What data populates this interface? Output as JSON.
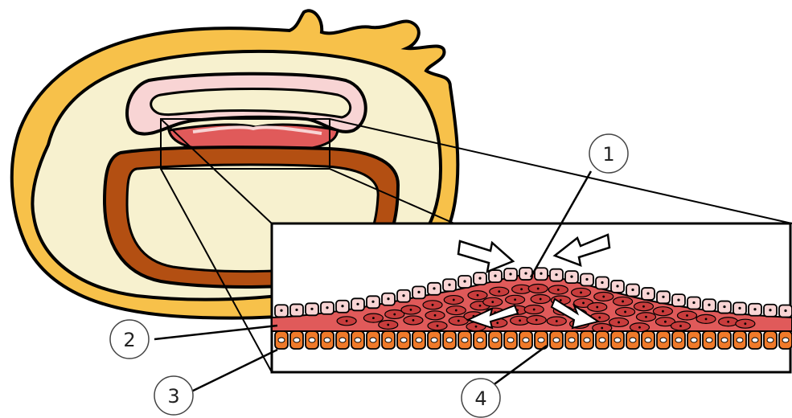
{
  "diagram": {
    "callouts": [
      {
        "id": "1",
        "label": "1"
      },
      {
        "id": "2",
        "label": "2"
      },
      {
        "id": "3",
        "label": "3"
      },
      {
        "id": "4",
        "label": "4"
      }
    ]
  },
  "colors": {
    "outer_membrane": "#f7c14a",
    "outer_fill": "#f7f1cf",
    "epiblast_outline": "#e8a6a6",
    "epiblast_light": "#f8d4d4",
    "mesoderm": "#e05a5a",
    "mesoderm_dark": "#c83c3c",
    "hypoblast": "#b34f12",
    "endoderm": "#f07a2a",
    "stroke": "#000000"
  }
}
